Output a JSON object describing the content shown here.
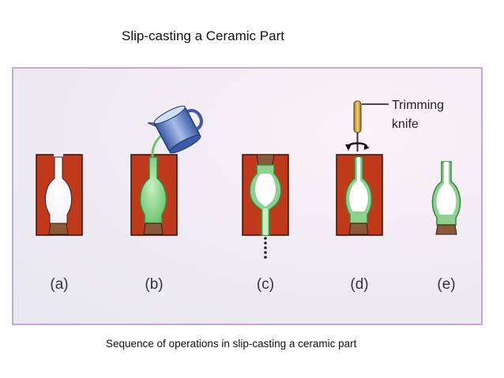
{
  "title": "Slip-casting a Ceramic Part",
  "caption": "Sequence of operations in slip-casting a ceramic part",
  "labels": {
    "a": "(a)",
    "b": "(b)",
    "c": "(c)",
    "d": "(d)",
    "e": "(e)",
    "knife_line1": "Trimming",
    "knife_line2": "knife"
  },
  "colors": {
    "mold": "#c0391b",
    "mold_edge": "#3a1008",
    "slip": "#8fd08f",
    "slip_edge": "#2f8a3a",
    "plug": "#8a5a3a",
    "pitcher": "#5a78c4",
    "knife_handle": "#d9a646"
  }
}
